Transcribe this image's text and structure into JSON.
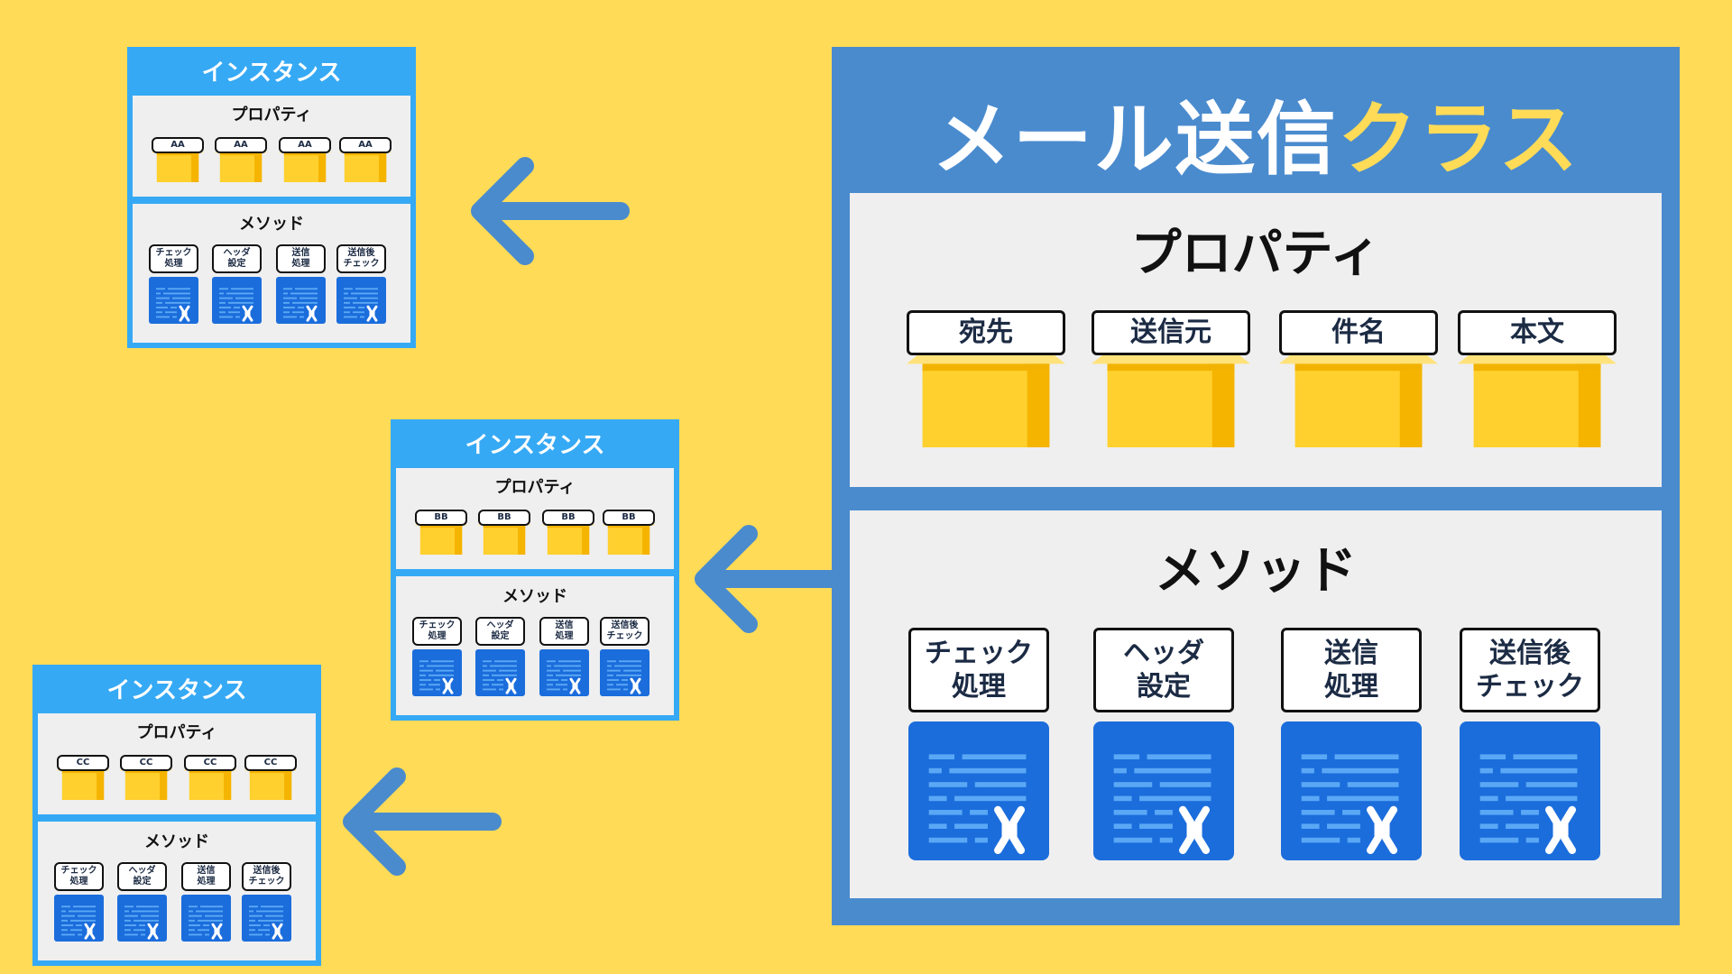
{
  "class": {
    "title_main": "メール送信",
    "title_accent": "クラス",
    "property_title": "プロパティ",
    "method_title": "メソッド",
    "properties": [
      "宛先",
      "送信元",
      "件名",
      "本文"
    ],
    "methods": [
      [
        "チェック",
        "処理"
      ],
      [
        "ヘッダ",
        "設定"
      ],
      [
        "送信",
        "処理"
      ],
      [
        "送信後",
        "チェック"
      ]
    ]
  },
  "instances": [
    {
      "title": "インスタンス",
      "property_title": "プロパティ",
      "method_title": "メソッド",
      "properties": [
        "AA",
        "AA",
        "AA",
        "AA"
      ],
      "methods": [
        [
          "チェック",
          "処理"
        ],
        [
          "ヘッダ",
          "設定"
        ],
        [
          "送信",
          "処理"
        ],
        [
          "送信後",
          "チェック"
        ]
      ]
    },
    {
      "title": "インスタンス",
      "property_title": "プロパティ",
      "method_title": "メソッド",
      "properties": [
        "BB",
        "BB",
        "BB",
        "BB"
      ],
      "methods": [
        [
          "チェック",
          "処理"
        ],
        [
          "ヘッダ",
          "設定"
        ],
        [
          "送信",
          "処理"
        ],
        [
          "送信後",
          "チェック"
        ]
      ]
    },
    {
      "title": "インスタンス",
      "property_title": "プロパティ",
      "method_title": "メソッド",
      "properties": [
        "CC",
        "CC",
        "CC",
        "CC"
      ],
      "methods": [
        [
          "チェック",
          "処理"
        ],
        [
          "ヘッダ",
          "設定"
        ],
        [
          "送信",
          "処理"
        ],
        [
          "送信後",
          "チェック"
        ]
      ]
    }
  ],
  "colors": {
    "background": "#FFDB57",
    "class_frame": "#4A8BCE",
    "instance_frame": "#36A9F5",
    "panel": "#EFEFEF",
    "box": "#FFD02E",
    "document": "#1B6DDC",
    "arrow": "#4A8BCE"
  },
  "icons": {
    "property": "cardboard-box-icon",
    "method": "document-wrench-icon",
    "arrow": "arrow-left-icon"
  }
}
